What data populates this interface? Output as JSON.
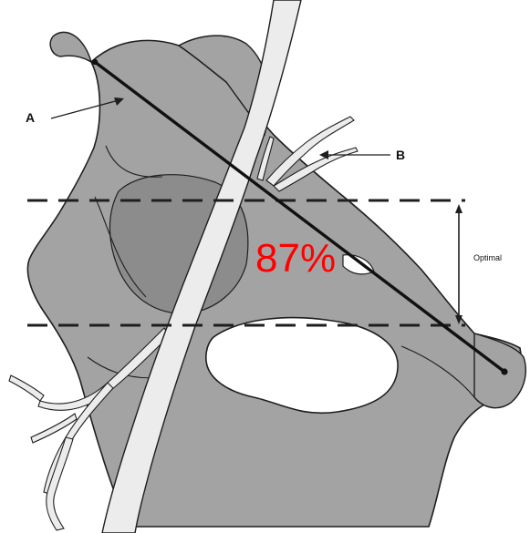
{
  "labels": {
    "a": "A",
    "b": "B",
    "optimal": "Optimal"
  },
  "overlay": {
    "value": "87%",
    "color": "#ff0000"
  },
  "colors": {
    "bone_fill": "#a3a3a3",
    "bone_dark": "#8c8c8c",
    "vessel_fill": "#ececec",
    "outline": "#1e1e1e",
    "background": "#ffffff"
  }
}
